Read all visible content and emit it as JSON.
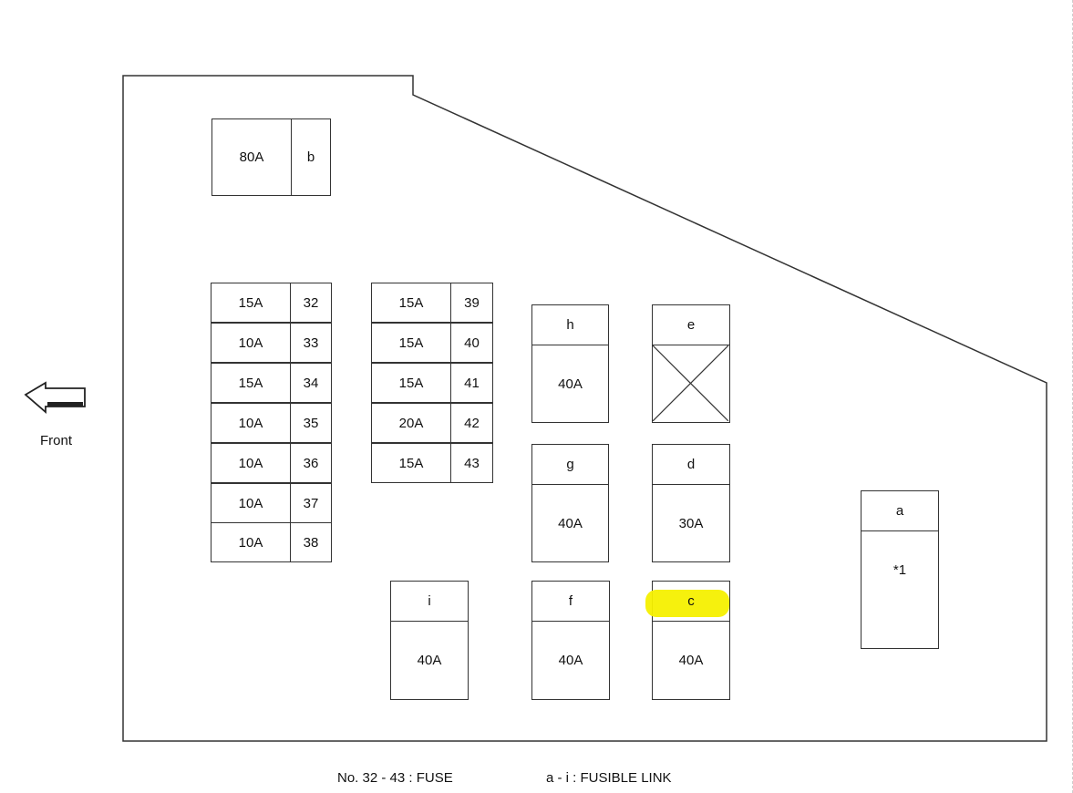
{
  "legend": {
    "fuse": "No. 32 - 43 : FUSE",
    "fusible_link": "a - i : FUSIBLE LINK"
  },
  "front_label": "Front",
  "top_block": {
    "rating": "80A",
    "label": "b"
  },
  "fuse_column_1": [
    {
      "rating": "15A",
      "number": "32"
    },
    {
      "rating": "10A",
      "number": "33"
    },
    {
      "rating": "15A",
      "number": "34"
    },
    {
      "rating": "10A",
      "number": "35"
    },
    {
      "rating": "10A",
      "number": "36"
    },
    {
      "rating": "10A",
      "number": "37"
    },
    {
      "rating": "10A",
      "number": "38"
    }
  ],
  "fuse_column_2": [
    {
      "rating": "15A",
      "number": "39"
    },
    {
      "rating": "15A",
      "number": "40"
    },
    {
      "rating": "15A",
      "number": "41"
    },
    {
      "rating": "20A",
      "number": "42"
    },
    {
      "rating": "15A",
      "number": "43"
    }
  ],
  "fusible_links": {
    "h": {
      "label": "h",
      "rating": "40A"
    },
    "e": {
      "label": "e",
      "empty": true
    },
    "g": {
      "label": "g",
      "rating": "40A"
    },
    "d": {
      "label": "d",
      "rating": "30A"
    },
    "a": {
      "label": "a",
      "rating": "*1"
    },
    "i": {
      "label": "i",
      "rating": "40A"
    },
    "f": {
      "label": "f",
      "rating": "40A"
    },
    "c": {
      "label": "c",
      "rating": "40A",
      "highlighted": true
    }
  },
  "colors": {
    "outline": "#333333",
    "highlight": "#f6f000"
  }
}
